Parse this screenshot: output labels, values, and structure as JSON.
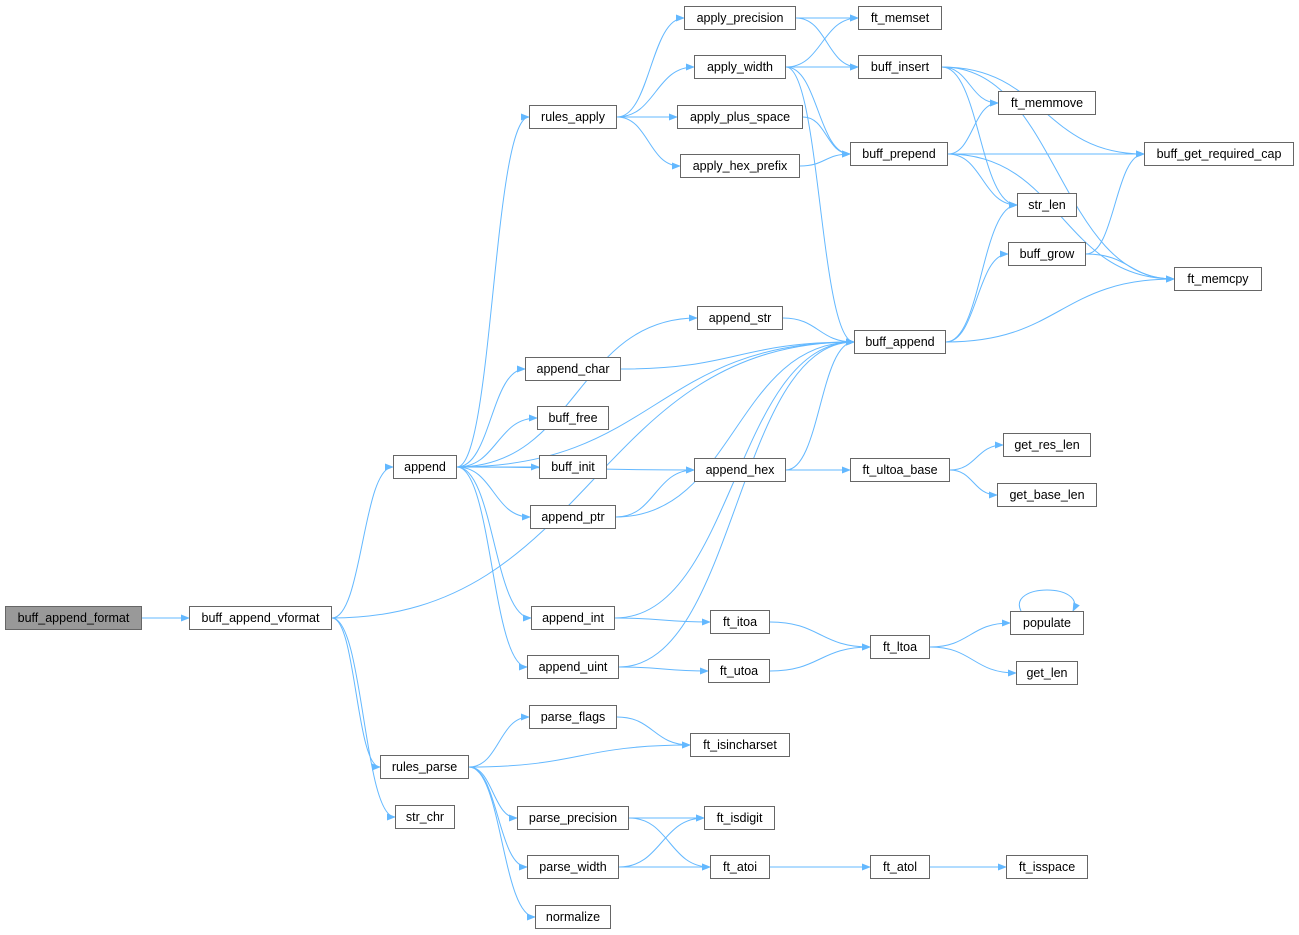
{
  "colors": {
    "edge": "#63b8ff",
    "root_fill": "#999999",
    "node_border": "#666666"
  },
  "root": "buff_append_format",
  "nodes": [
    "buff_append_format",
    "buff_append_vformat",
    "append",
    "rules_parse",
    "str_chr",
    "rules_apply",
    "append_str",
    "append_char",
    "buff_free",
    "buff_init",
    "append_ptr",
    "append_int",
    "append_uint",
    "parse_flags",
    "parse_precision",
    "parse_width",
    "normalize",
    "apply_precision",
    "apply_width",
    "apply_plus_space",
    "apply_hex_prefix",
    "append_hex",
    "ft_itoa",
    "ft_utoa",
    "ft_isincharset",
    "ft_isdigit",
    "ft_atoi",
    "ft_memset",
    "buff_insert",
    "buff_prepend",
    "buff_append",
    "ft_ultoa_base",
    "ft_ltoa",
    "ft_atol",
    "ft_memmove",
    "str_len",
    "buff_grow",
    "get_res_len",
    "get_base_len",
    "populate",
    "get_len",
    "ft_isspace",
    "buff_get_required_cap",
    "ft_memcpy"
  ],
  "edges": [
    [
      "buff_append_format",
      "buff_append_vformat"
    ],
    [
      "buff_append_vformat",
      "append"
    ],
    [
      "buff_append_vformat",
      "rules_parse"
    ],
    [
      "buff_append_vformat",
      "str_chr"
    ],
    [
      "buff_append_vformat",
      "buff_append"
    ],
    [
      "append",
      "rules_apply"
    ],
    [
      "append",
      "append_str"
    ],
    [
      "append",
      "append_char"
    ],
    [
      "append",
      "buff_free"
    ],
    [
      "append",
      "buff_init"
    ],
    [
      "append",
      "append_ptr"
    ],
    [
      "append",
      "append_int"
    ],
    [
      "append",
      "append_uint"
    ],
    [
      "append",
      "append_hex"
    ],
    [
      "append",
      "buff_append"
    ],
    [
      "rules_apply",
      "apply_precision"
    ],
    [
      "rules_apply",
      "apply_width"
    ],
    [
      "rules_apply",
      "apply_plus_space"
    ],
    [
      "rules_apply",
      "apply_hex_prefix"
    ],
    [
      "apply_precision",
      "ft_memset"
    ],
    [
      "apply_precision",
      "buff_insert"
    ],
    [
      "apply_width",
      "ft_memset"
    ],
    [
      "apply_width",
      "buff_insert"
    ],
    [
      "apply_width",
      "buff_prepend"
    ],
    [
      "apply_width",
      "buff_append"
    ],
    [
      "apply_plus_space",
      "buff_prepend"
    ],
    [
      "apply_hex_prefix",
      "buff_prepend"
    ],
    [
      "buff_insert",
      "ft_memmove"
    ],
    [
      "buff_insert",
      "buff_get_required_cap"
    ],
    [
      "buff_insert",
      "str_len"
    ],
    [
      "buff_insert",
      "ft_memcpy"
    ],
    [
      "buff_prepend",
      "ft_memmove"
    ],
    [
      "buff_prepend",
      "buff_get_required_cap"
    ],
    [
      "buff_prepend",
      "str_len"
    ],
    [
      "buff_prepend",
      "ft_memcpy"
    ],
    [
      "append_str",
      "buff_append"
    ],
    [
      "append_char",
      "buff_append"
    ],
    [
      "append_ptr",
      "buff_append"
    ],
    [
      "append_ptr",
      "append_hex"
    ],
    [
      "append_hex",
      "buff_append"
    ],
    [
      "append_hex",
      "ft_ultoa_base"
    ],
    [
      "append_int",
      "buff_append"
    ],
    [
      "append_int",
      "ft_itoa"
    ],
    [
      "append_uint",
      "buff_append"
    ],
    [
      "append_uint",
      "ft_utoa"
    ],
    [
      "buff_append",
      "str_len"
    ],
    [
      "buff_append",
      "buff_grow"
    ],
    [
      "buff_append",
      "ft_memcpy"
    ],
    [
      "buff_grow",
      "buff_get_required_cap"
    ],
    [
      "buff_grow",
      "ft_memcpy"
    ],
    [
      "ft_ultoa_base",
      "get_res_len"
    ],
    [
      "ft_ultoa_base",
      "get_base_len"
    ],
    [
      "ft_itoa",
      "ft_ltoa"
    ],
    [
      "ft_utoa",
      "ft_ltoa"
    ],
    [
      "ft_ltoa",
      "populate"
    ],
    [
      "ft_ltoa",
      "get_len"
    ],
    [
      "populate",
      "populate"
    ],
    [
      "rules_parse",
      "parse_flags"
    ],
    [
      "rules_parse",
      "ft_isincharset"
    ],
    [
      "rules_parse",
      "parse_precision"
    ],
    [
      "rules_parse",
      "parse_width"
    ],
    [
      "rules_parse",
      "normalize"
    ],
    [
      "parse_flags",
      "ft_isincharset"
    ],
    [
      "parse_precision",
      "ft_isdigit"
    ],
    [
      "parse_precision",
      "ft_atoi"
    ],
    [
      "parse_width",
      "ft_isdigit"
    ],
    [
      "parse_width",
      "ft_atoi"
    ],
    [
      "ft_atoi",
      "ft_atol"
    ],
    [
      "ft_atol",
      "ft_isspace"
    ]
  ]
}
